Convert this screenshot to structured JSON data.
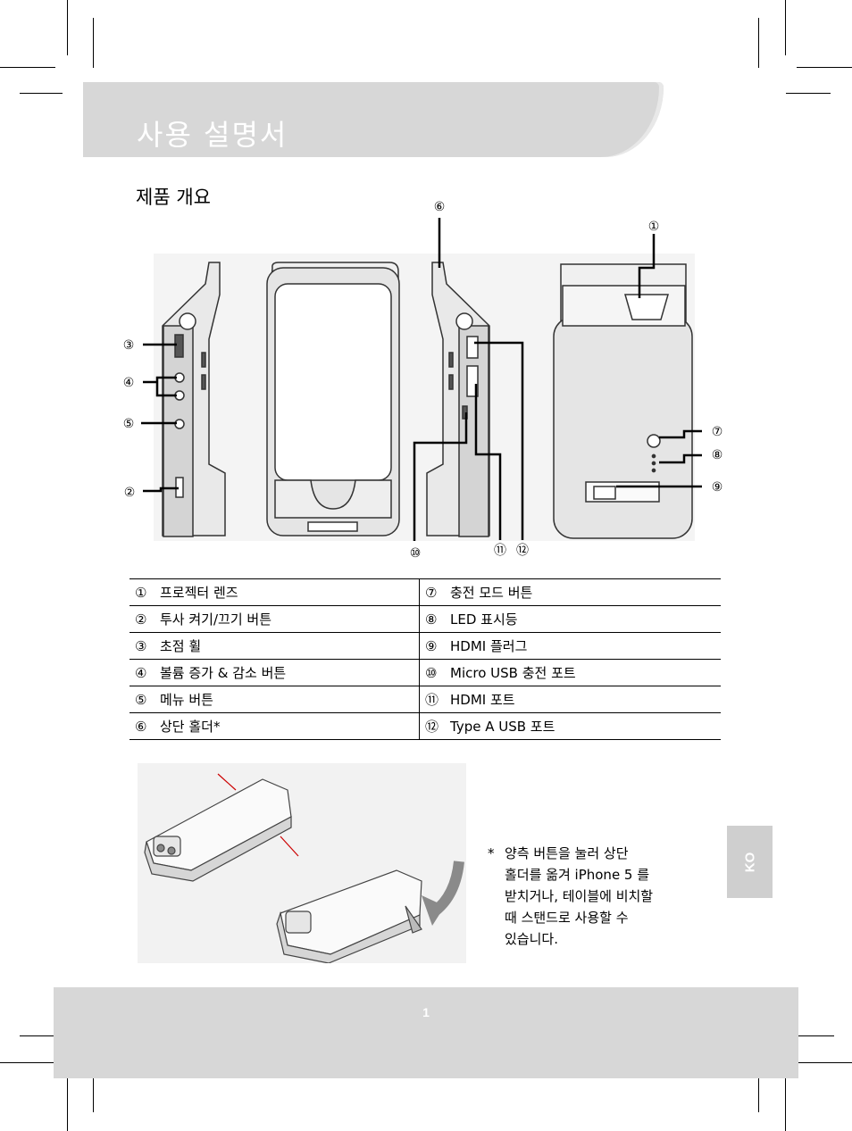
{
  "header": {
    "title": "사용 설명서"
  },
  "section": {
    "title": "제품 개요"
  },
  "diagram": {
    "callouts": [
      "①",
      "②",
      "③",
      "④",
      "⑤",
      "⑥",
      "⑦",
      "⑧",
      "⑨",
      "⑩",
      "⑪",
      "⑫"
    ]
  },
  "parts_table": {
    "rows": [
      {
        "left_num": "①",
        "left_label": "프로젝터 렌즈",
        "right_num": "⑦",
        "right_label": "충전 모드 버튼"
      },
      {
        "left_num": "②",
        "left_label": "투사 켜기/끄기 버튼",
        "right_num": "⑧",
        "right_label": "LED 표시등"
      },
      {
        "left_num": "③",
        "left_label": "초점 휠",
        "right_num": "⑨",
        "right_label": "HDMI 플러그"
      },
      {
        "left_num": "④",
        "left_label": "볼륨 증가 & 감소 버튼",
        "right_num": "⑩",
        "right_label": "Micro USB 충전 포트"
      },
      {
        "left_num": "⑤",
        "left_label": "메뉴 버튼",
        "right_num": "⑪",
        "right_label": "HDMI 포트"
      },
      {
        "left_num": "⑥",
        "left_label": "상단 홀더*",
        "right_num": "⑫",
        "right_label": "Type A USB 포트"
      }
    ]
  },
  "note": {
    "star": "*",
    "lines": [
      "양측 버튼을 눌러 상단",
      "홀더를 옮겨 iPhone 5 를",
      "받치거나, 테이블에 비치할",
      "때 스탠드로 사용할 수",
      "있습니다."
    ]
  },
  "side_tab": {
    "label": "KO"
  },
  "footer": {
    "page_number": "1"
  },
  "colors": {
    "banner": "#d7d7d7",
    "footer": "#d7d7d7",
    "tab": "#cfcfcf"
  }
}
